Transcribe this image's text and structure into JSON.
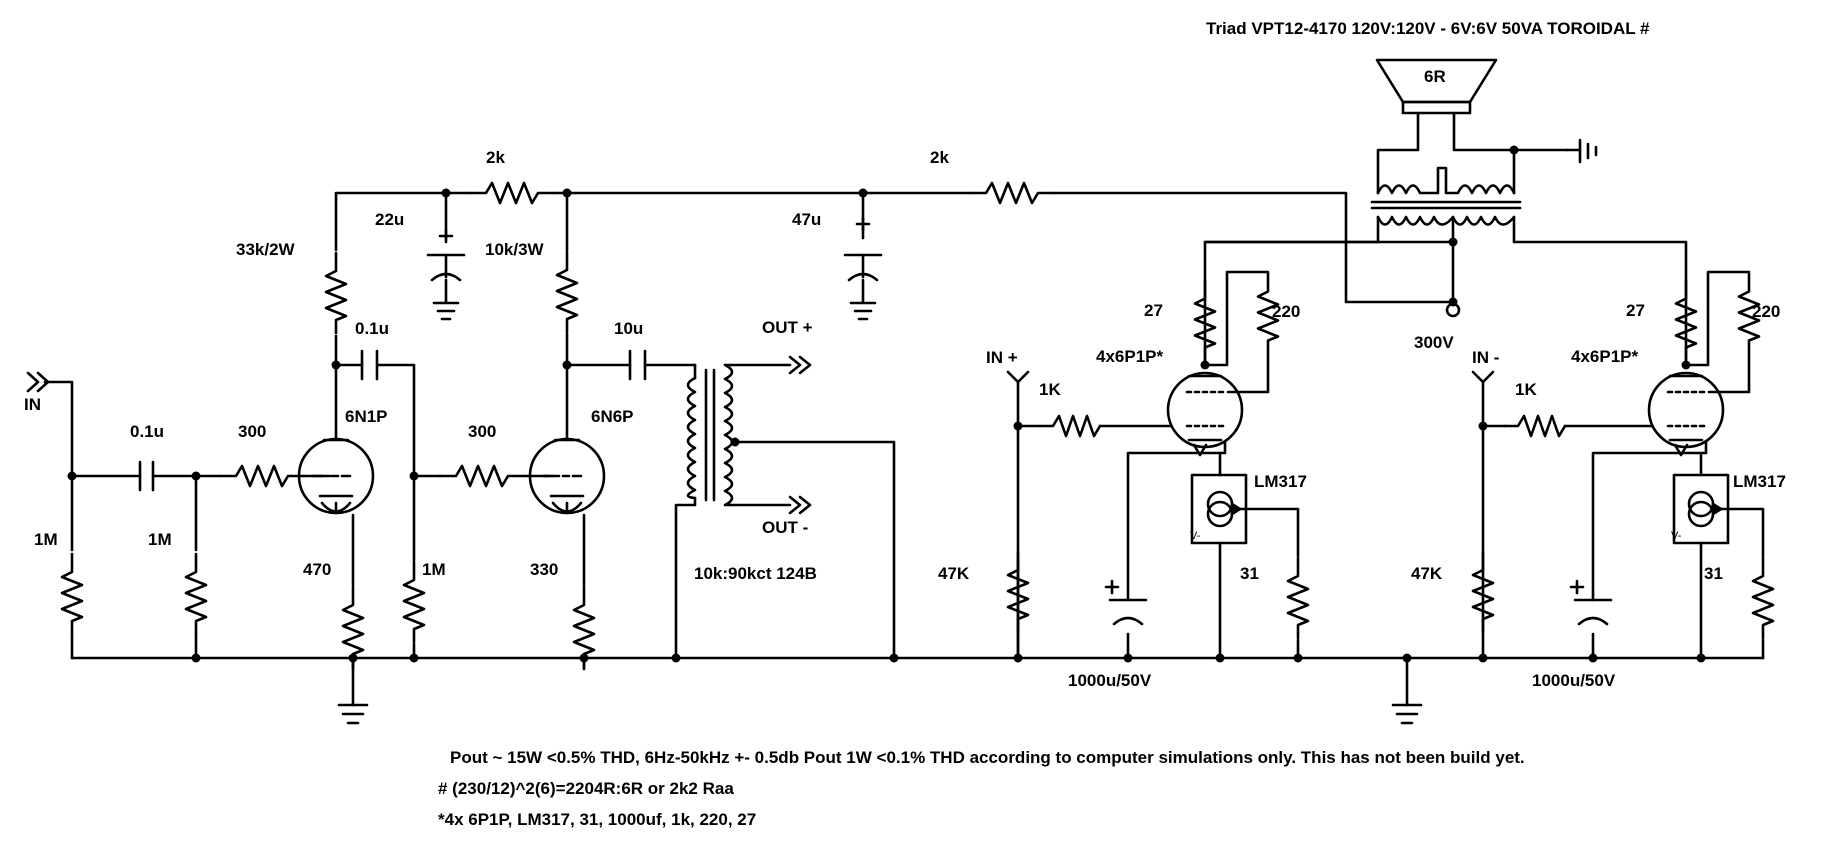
{
  "transformer_title": "Triad VPT12-4170  120V:120V - 6V:6V 50VA TOROIDAL #",
  "speaker_label": "6R",
  "input": {
    "label": "IN"
  },
  "out_plus": "OUT +",
  "out_minus": "OUT -",
  "opt_label": "10k:90kct 124B",
  "b_plus": "300V",
  "stage1": {
    "tube": "6N1P",
    "r_in_left": "1M",
    "c_in": "0.1u",
    "r_grid_to_gnd": "1M",
    "r_grid_stopper": "300",
    "r_cathode": "470",
    "r_plate": "33k/2W",
    "c_couple": "0.1u",
    "r_next_grid": "1M"
  },
  "stage2": {
    "tube": "6N6P",
    "r_grid_stopper": "300",
    "r_cathode": "330",
    "r_plate": "10k/3W",
    "c_couple": "10u"
  },
  "supply": {
    "r1": "2k",
    "c1": "22u",
    "r2": "2k",
    "c2": "47u"
  },
  "output_left": {
    "in_label": "IN +",
    "r_grid": "1K",
    "r_pulldown": "47K",
    "tube": "4x6P1P*",
    "r_plate": "27",
    "r_screen": "220",
    "ccs": "LM317",
    "ccs_pin": "V-",
    "r_ccs": "31",
    "cap": "1000u/50V"
  },
  "output_right": {
    "in_label": "IN -",
    "r_grid": "1K",
    "r_pulldown": "47K",
    "tube": "4x6P1P*",
    "r_plate": "27",
    "r_screen": "220",
    "ccs": "LM317",
    "ccs_pin": "V-",
    "r_ccs": "31",
    "cap": "1000u/50V"
  },
  "notes": [
    "Pout ~ 15W <0.5% THD, 6Hz-50kHz +- 0.5db Pout 1W <0.1% THD according to computer simulations only. This has not been build yet.",
    "# (230/12)^2(6)=2204R:6R or 2k2 Raa",
    "*4x 6P1P, LM317, 31, 1000uf, 1k, 220, 27"
  ]
}
